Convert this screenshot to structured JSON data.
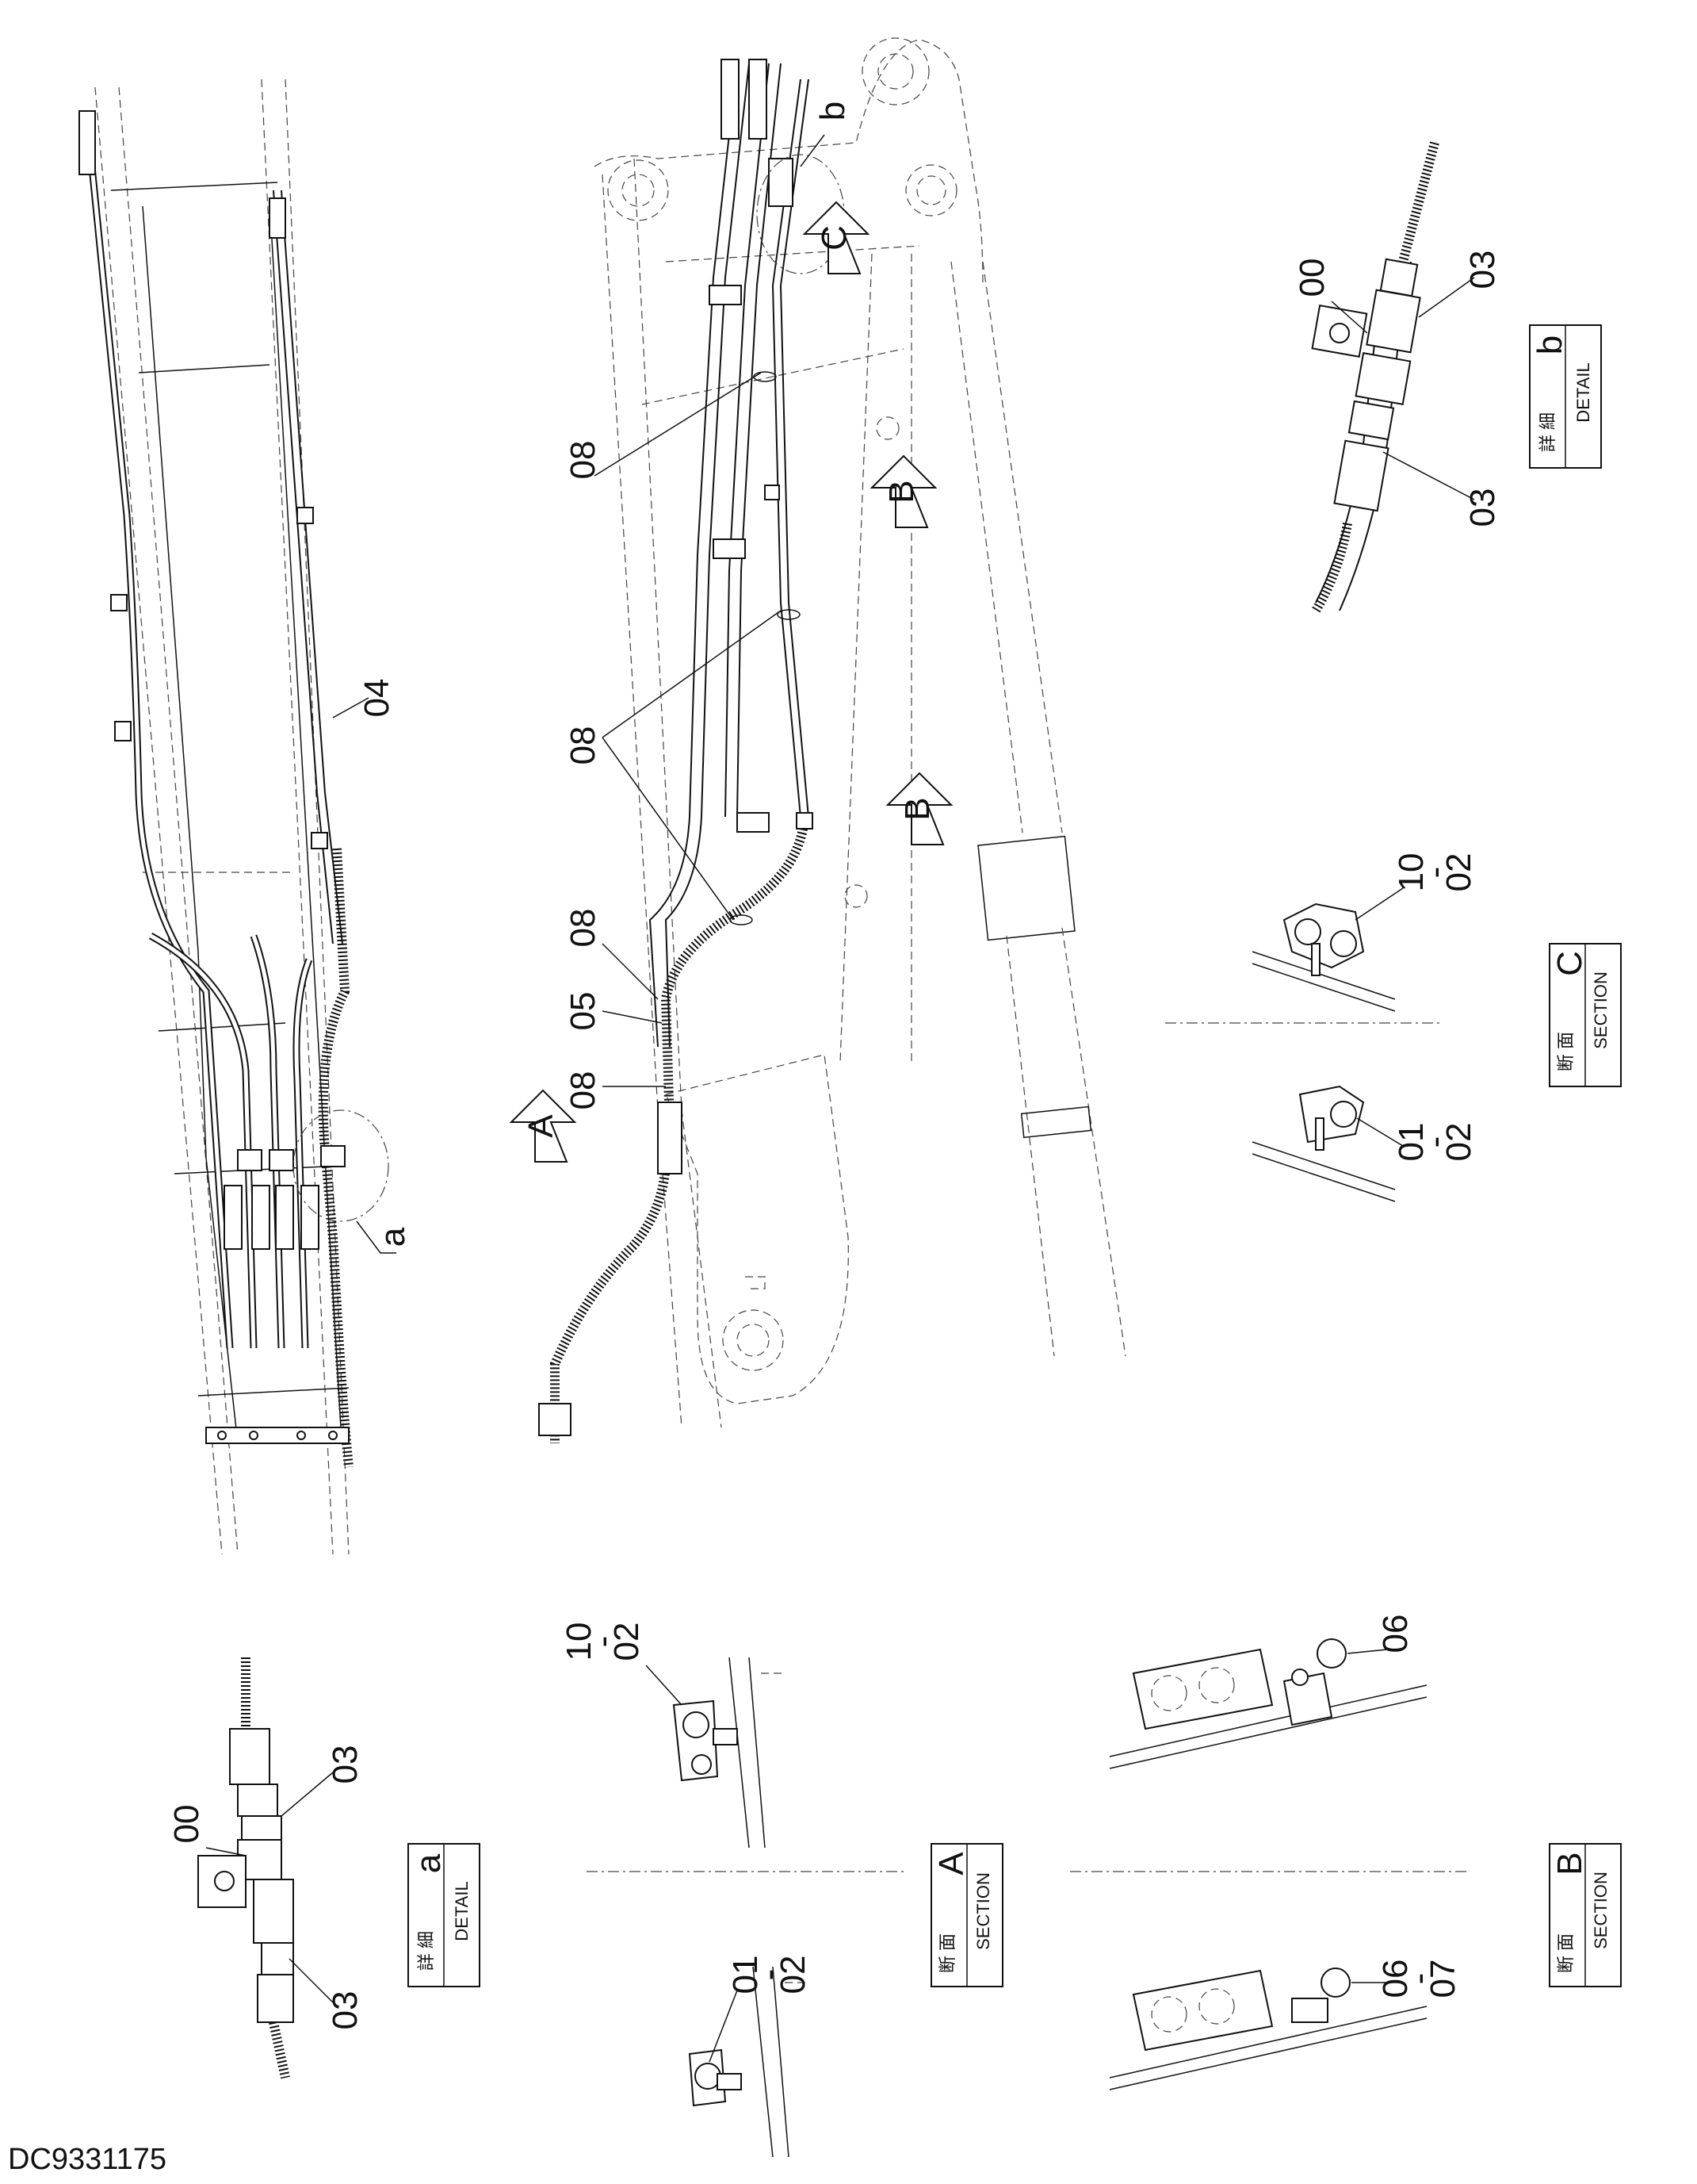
{
  "drawing": {
    "doc_number": "DC9331175",
    "part_callouts": [
      "00",
      "01",
      "02",
      "03",
      "04",
      "05",
      "06",
      "07",
      "08",
      "10"
    ],
    "ref_sep": "-",
    "view_arrows": [
      "A",
      "B",
      "B",
      "C"
    ],
    "detail_markers": [
      "a",
      "b"
    ],
    "detail_a": {
      "letter": "a",
      "kanji": "詳 細",
      "label": "DETAIL"
    },
    "detail_b": {
      "letter": "b",
      "kanji": "詳 細",
      "label": "DETAIL"
    },
    "section_a": {
      "letter": "A",
      "kanji": "断 面",
      "label": "SECTION"
    },
    "section_b": {
      "letter": "B",
      "kanji": "断 面",
      "label": "SECTION"
    },
    "section_c": {
      "letter": "C",
      "kanji": "断 面",
      "label": "SECTION"
    }
  }
}
